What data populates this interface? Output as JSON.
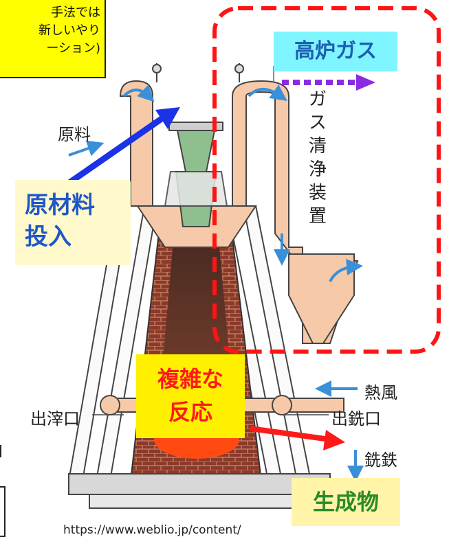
{
  "note": {
    "lines": [
      "手法では",
      "新しいやり",
      "ーション)"
    ]
  },
  "labels": {
    "blast_gas": "高炉ガス",
    "raw_input": [
      "原材料",
      "投入"
    ],
    "reaction": [
      "複雑な",
      "反応"
    ],
    "product": "生成物"
  },
  "furnace_text": {
    "raw": "原料",
    "gas_cleaner": [
      "ガ",
      "ス",
      "清",
      "浄",
      "装",
      "置"
    ],
    "hot_air": "熱風",
    "slag_tap": "出滓口",
    "iron_tap": "出銑口",
    "pig_iron": "銑鉄"
  },
  "source_url": "https://www.weblio.jp/content/",
  "colors": {
    "note_bg": "#ffff00",
    "gas_label_bg": "#7ff6ff",
    "gas_label_text": "#1d5fb3",
    "dashed_region": "#ff1414",
    "input_arrow": "#1a33e6",
    "reaction_arrow": "#ff1a1a",
    "gas_arrow": "#8a2be2",
    "furnace_body": "#f6c9a8",
    "brick": "#8b3a2a",
    "hopper": "#8fbf8f",
    "flow_arrow": "#3a8fd9"
  }
}
